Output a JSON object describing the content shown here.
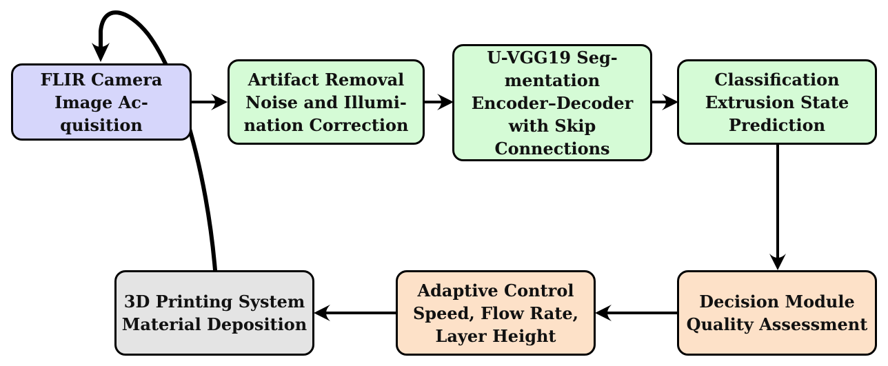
{
  "colors": {
    "blue": "#d6d6fb",
    "green": "#d5fbd6",
    "orange": "#fde1c8",
    "gray": "#e4e4e4",
    "stroke": "#000000"
  },
  "nodes": {
    "acquisition": {
      "lines": [
        "FLIR Camera",
        "Image Ac-",
        "quisition"
      ]
    },
    "artifact": {
      "lines": [
        "Artifact Removal",
        "Noise and Illumi-",
        "nation Correction"
      ]
    },
    "segmentation": {
      "lines": [
        "U-VGG19 Seg-",
        "mentation",
        "Encoder–Decoder",
        "with Skip",
        "Connections"
      ]
    },
    "classification": {
      "lines": [
        "Classification",
        "Extrusion State",
        "Prediction"
      ]
    },
    "decision": {
      "lines": [
        "Decision Module",
        "Quality Assessment"
      ]
    },
    "control": {
      "lines": [
        "Adaptive Control",
        "Speed, Flow Rate,",
        "Layer Height"
      ]
    },
    "printing": {
      "lines": [
        "3D Printing System",
        "Material Deposition"
      ]
    }
  }
}
